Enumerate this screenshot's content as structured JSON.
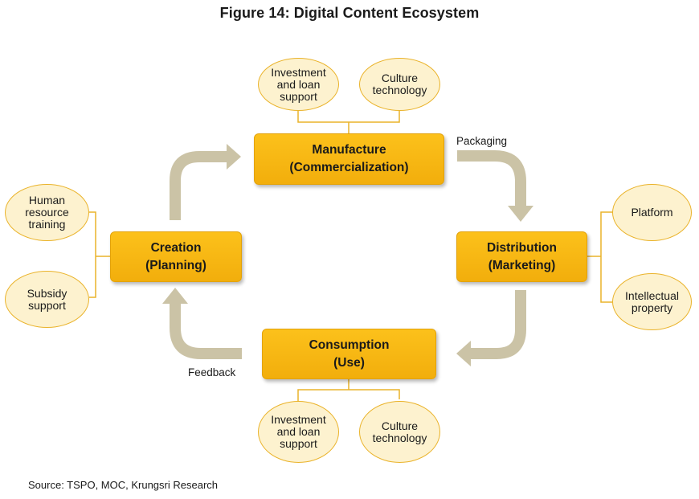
{
  "title": "Figure 14: Digital Content Ecosystem",
  "stages": {
    "manufacture": [
      "Manufacture",
      "(Commercialization)"
    ],
    "distribution": [
      "Distribution",
      "(Marketing)"
    ],
    "consumption": [
      "Consumption",
      "(Use)"
    ],
    "creation": [
      "Creation",
      "(Planning)"
    ]
  },
  "ovals": {
    "manufacture_investment": [
      "Investment",
      "and loan",
      "support"
    ],
    "manufacture_culture": [
      "Culture",
      "technology"
    ],
    "consumption_investment": [
      "Investment",
      "and loan",
      "support"
    ],
    "consumption_culture": [
      "Culture",
      "technology"
    ],
    "creation_training": [
      "Human",
      "resource",
      "training"
    ],
    "creation_subsidy": [
      "Subsidy",
      "support"
    ],
    "distribution_platform": [
      "Platform"
    ],
    "distribution_ip": [
      "Intellectual",
      "property"
    ]
  },
  "flow_labels": {
    "packaging": "Packaging",
    "feedback": "Feedback"
  },
  "source": "Source: TSPO, MOC, Krungsri Research",
  "colors": {
    "box_fill": "#f7b718",
    "oval_fill": "#fdf2cf",
    "oval_border": "#eab32a",
    "connector": "#eab32a",
    "arrow": "#cbc3a6"
  }
}
